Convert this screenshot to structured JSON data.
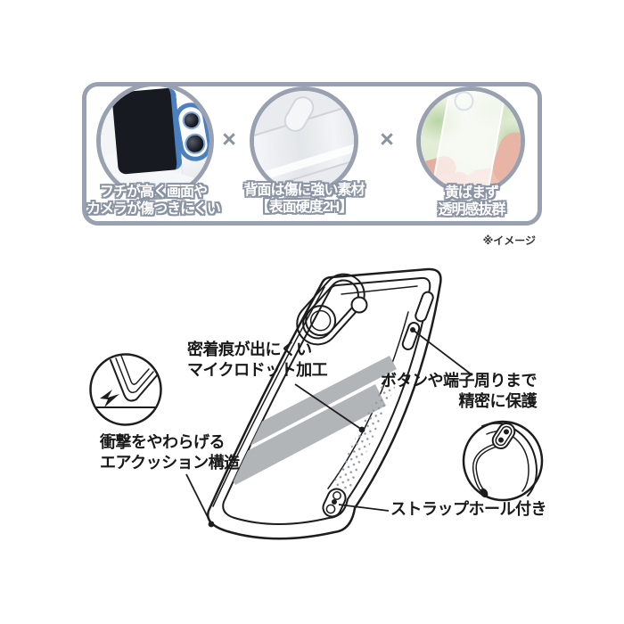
{
  "colors": {
    "banner_border": "#99a1b1",
    "multiply_sign": "#8b93a2",
    "caption_outline": "#8a93a3",
    "line_art": "#1d1d1d",
    "stripe": "#b2b5b8",
    "dots": "#8f969e",
    "case_accent_blue": "#4a80c0"
  },
  "banner": {
    "separator": "×",
    "features": [
      {
        "image": "phone-in-case-raised-bezel-photo",
        "caption": [
          "フチが高く画面や",
          "カメラが傷つきにくい"
        ]
      },
      {
        "image": "clear-case-scratch-resistant-back-photo",
        "caption": [
          "背面は傷に強い素材",
          "【表面硬度2H】"
        ]
      },
      {
        "image": "hand-holding-clear-case-photo",
        "caption": [
          "黄ばまず",
          "透明感抜群"
        ]
      }
    ]
  },
  "note": "※イメージ",
  "diagram": {
    "labels": {
      "microdot": [
        "密着痕が出にくい",
        "マイクロドット加工"
      ],
      "buttons": [
        "ボタンや端子周りまで",
        "精密に保護"
      ],
      "air_cushion": [
        "衝撃をやわらげる",
        "エアクッション構造"
      ],
      "strap": [
        "ストラップホール付き"
      ]
    },
    "insets": [
      "corner-impact-detail",
      "strap-hole-with-cord-detail"
    ]
  }
}
